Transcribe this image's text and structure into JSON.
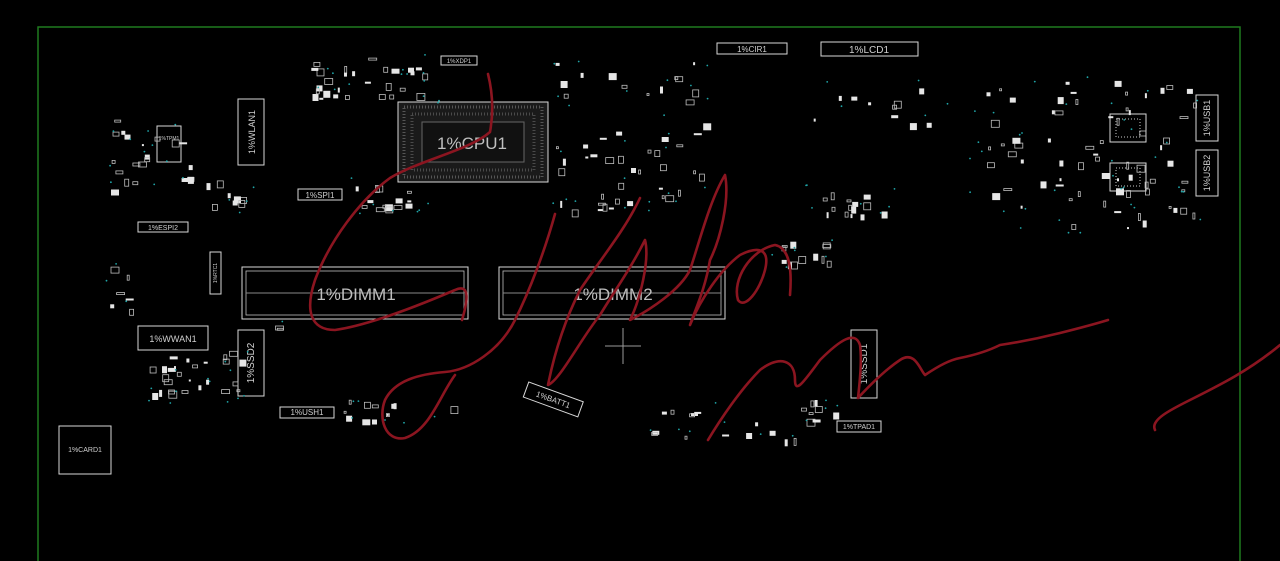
{
  "board": {
    "border_color": "#1f7a1f",
    "background": "#000000",
    "silkscreen_color": "#d8d8d8",
    "via_color": "#1fa5a8",
    "annotation_color": "#8b1520"
  },
  "components": {
    "cpu": "1%CPU1",
    "dimm1": "1%DIMM1",
    "dimm2": "1%DIMM2",
    "wlan": "1%WLAN1",
    "wwan": "1%WWAN1",
    "ssd1": "1%SSD1",
    "ssd2": "1%SSD2",
    "cir": "1%CIR1",
    "lcd": "1%LCD1",
    "usb1": "1%USB1",
    "usb2": "1%USB2",
    "spi": "1%SPI1",
    "espi": "1%ESPI2",
    "batt": "1%BATT1",
    "ush": "1%USH1",
    "tpad": "1%TPAD1",
    "card": "1%CARD1",
    "xdp": "1%XDP1",
    "tpm": "1%TPM1",
    "rtc": "1%RTC1"
  }
}
